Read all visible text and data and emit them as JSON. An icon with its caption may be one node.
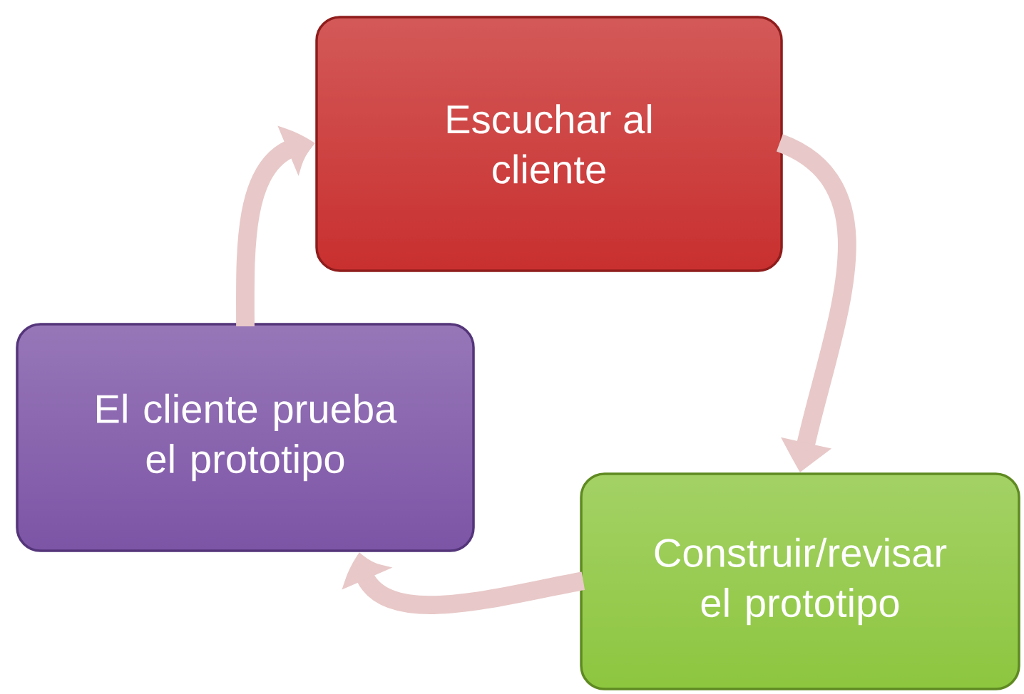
{
  "diagram": {
    "nodes": [
      {
        "text": [
          "Escuchar al cliente"
        ]
      },
      {
        "text": [
          "Construir/revisar el prototipo"
        ]
      },
      {
        "text": [
          "El cliente prueba el prototipo"
        ]
      }
    ],
    "edges": [
      {
        "from": 0,
        "to": 1,
        "arrow": "to"
      },
      {
        "from": 1,
        "to": 2,
        "arrow": "to"
      },
      {
        "from": 2,
        "to": 0,
        "arrow": "to"
      }
    ]
  }
}
